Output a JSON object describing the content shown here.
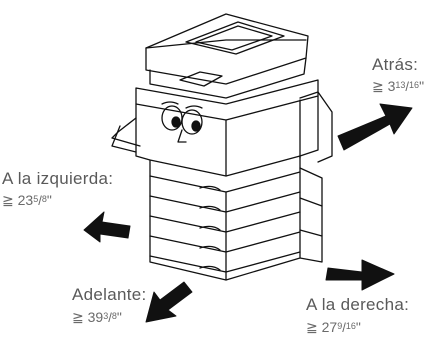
{
  "labels": {
    "back": {
      "title": "Atrás:",
      "prefix": "≧ 3",
      "num": "13",
      "den": "16",
      "unit": "\""
    },
    "left": {
      "title": "A la izquierda:",
      "prefix": "≧ 23",
      "num": "5",
      "den": "8",
      "unit": "\""
    },
    "front": {
      "title": "Adelante:",
      "prefix": "≧ 39",
      "num": "3",
      "den": "8",
      "unit": "\""
    },
    "right": {
      "title": "A la derecha:",
      "prefix": "≧ 27",
      "num": "9",
      "den": "16",
      "unit": "\""
    }
  },
  "colors": {
    "stroke": "#111111",
    "arrow": "#111111",
    "text": "#5a5a5a"
  }
}
